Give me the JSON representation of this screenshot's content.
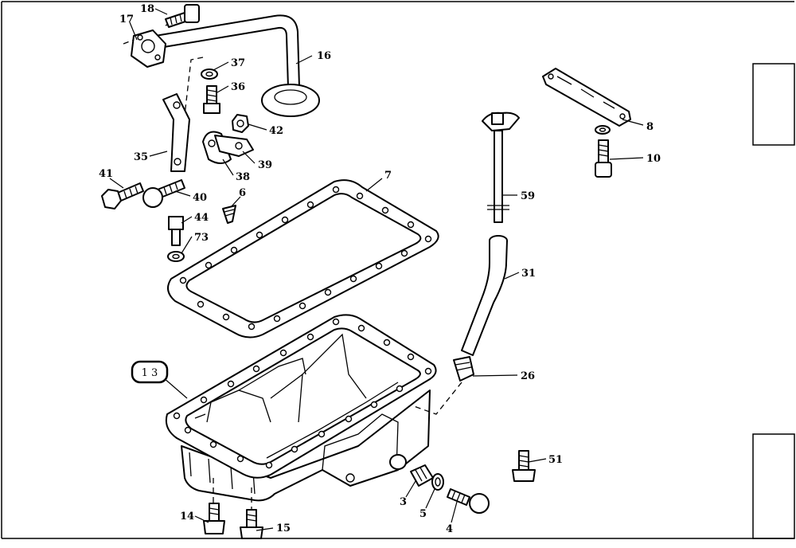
{
  "diagram": {
    "assembly_label": "1 3",
    "callouts": {
      "c18": "18",
      "c17": "17",
      "c16": "16",
      "c37": "37",
      "c36": "36",
      "c42": "42",
      "c35": "35",
      "c39": "39",
      "c38": "38",
      "c41": "41",
      "c40": "40",
      "c6": "6",
      "c7": "7",
      "c44": "44",
      "c73": "73",
      "c8": "8",
      "c10": "10",
      "c59": "59",
      "c31": "31",
      "c26": "26",
      "c51": "51",
      "c3": "3",
      "c5": "5",
      "c4": "4",
      "c14": "14",
      "c15": "15"
    }
  }
}
